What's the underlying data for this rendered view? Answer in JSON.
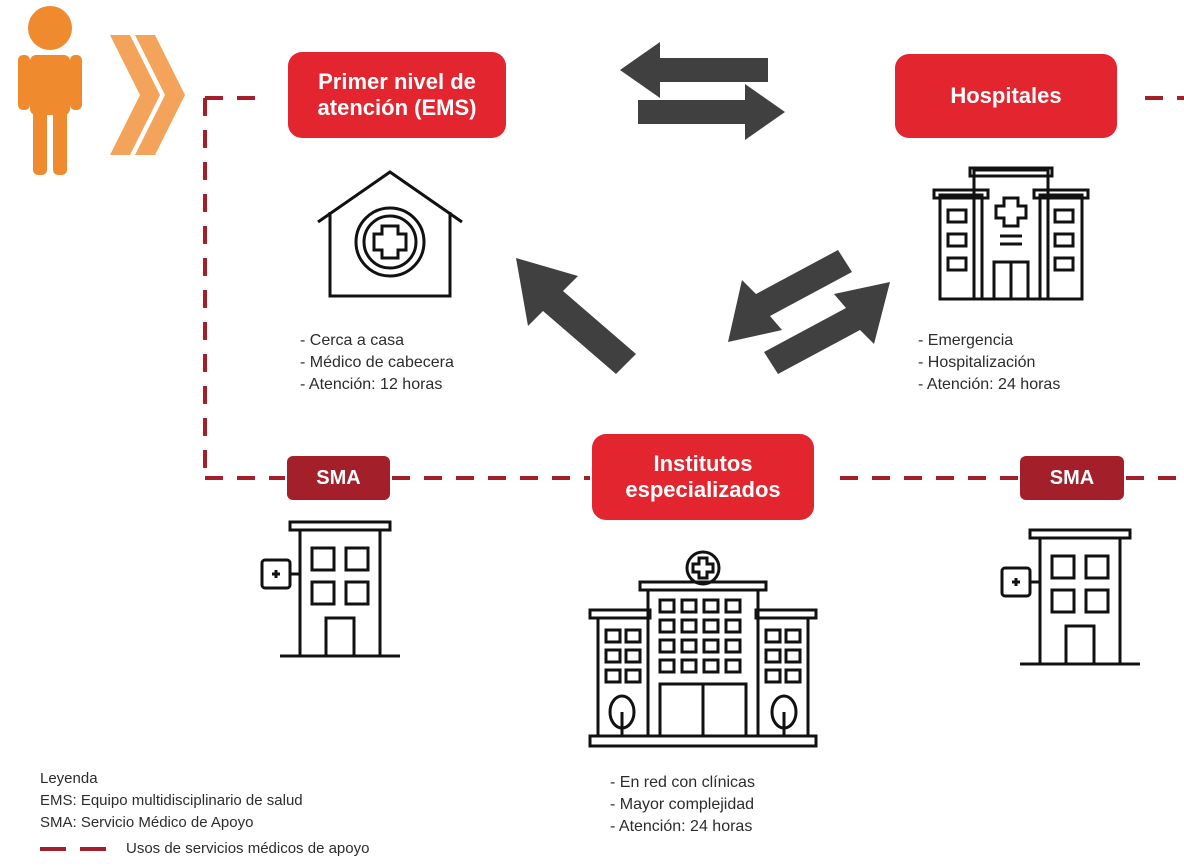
{
  "nodes": {
    "primer": "Primer nivel de\natención (EMS)",
    "hospitales": "Hospitales",
    "institutos": "Institutos\nespecializados",
    "sma_left": "SMA",
    "sma_right": "SMA"
  },
  "primer_features": [
    "- Cerca a casa",
    "- Médico de cabecera",
    "- Atención: 12 horas"
  ],
  "hospital_features": [
    "- Emergencia",
    "- Hospitalización",
    "- Atención: 24 horas"
  ],
  "institutos_features": [
    "- En red con clínicas",
    "- Mayor complejidad",
    "- Atención: 24 horas"
  ],
  "legend": {
    "title": "Leyenda",
    "ems": "EMS: Equipo multidisciplinario de salud",
    "sma": "SMA: Servicio Médico de Apoyo",
    "line": "Usos de servicios médicos de apoyo"
  },
  "colors": {
    "red": "#e2252f",
    "dark_red": "#a3202b",
    "orange": "#ef8a2e",
    "arrow": "#404040"
  }
}
